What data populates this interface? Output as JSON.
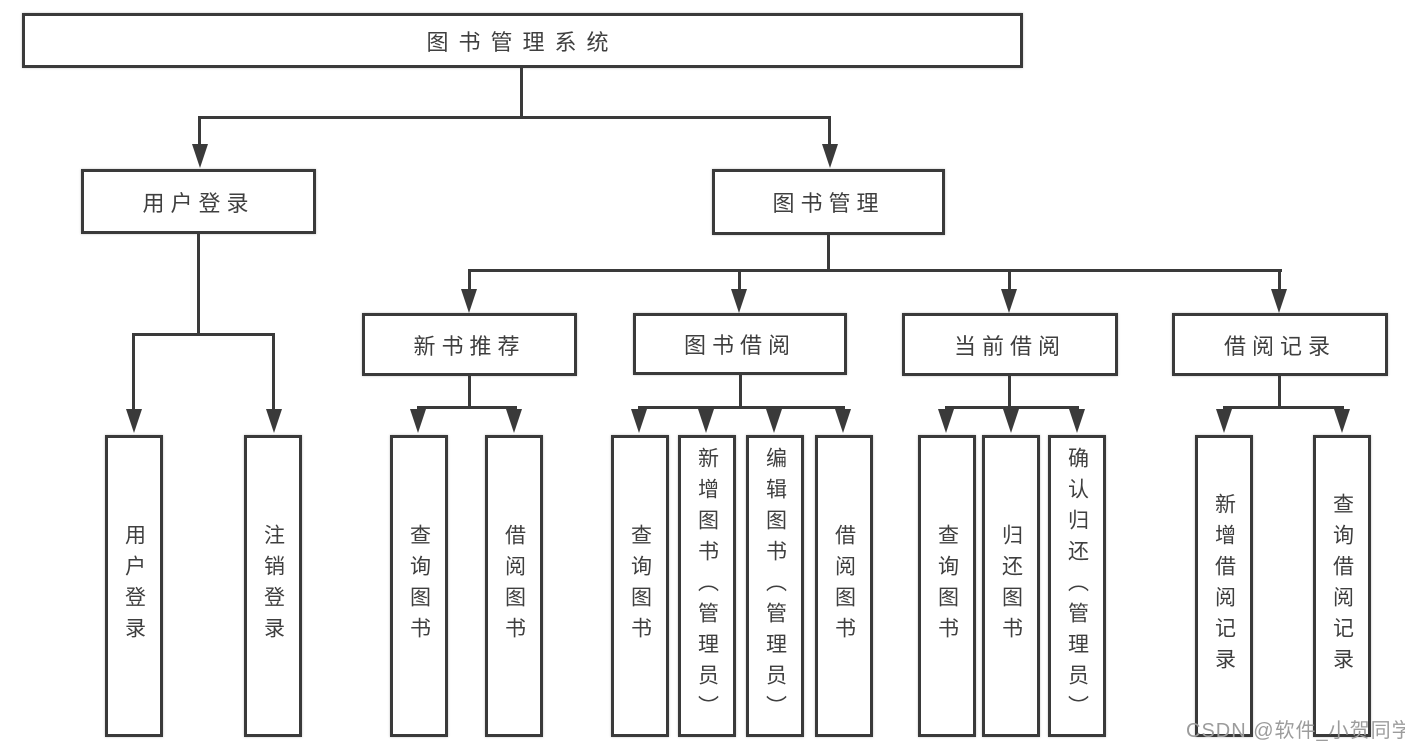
{
  "nodes": {
    "root": "图书管理系统",
    "user_login": "用户登录",
    "book_mgmt": "图书管理",
    "new_books": "新书推荐",
    "book_borrow": "图书借阅",
    "current_borrow": "当前借阅",
    "borrow_records": "借阅记录",
    "leaf_user_login": "用户登录",
    "leaf_logout": "注销登录",
    "leaf_nb_query": "查询图书",
    "leaf_nb_borrow": "借阅图书",
    "leaf_bb_query": "查询图书",
    "leaf_bb_add": "新增图书（管理员）",
    "leaf_bb_edit": "编辑图书（管理员）",
    "leaf_bb_borrow": "借阅图书",
    "leaf_cb_query": "查询图书",
    "leaf_cb_return": "归还图书",
    "leaf_cb_confirm": "确认归还（管理员）",
    "leaf_rec_add": "新增借阅记录",
    "leaf_rec_query": "查询借阅记录"
  },
  "watermark": "CSDN @软件_小贺同学",
  "colors": {
    "line": "#3a3a3a",
    "text": "#3f3f3f",
    "watermark": "#9c9c9c",
    "background": "#ffffff"
  }
}
